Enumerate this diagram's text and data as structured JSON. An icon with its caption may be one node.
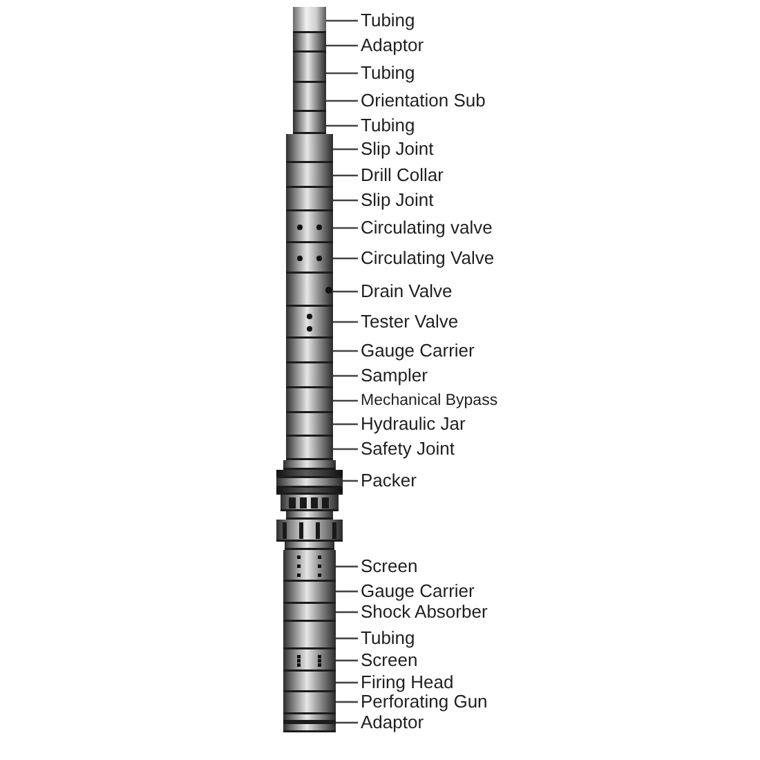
{
  "diagram": {
    "nodes": [
      {
        "text": [
          "Tubing"
        ]
      },
      {
        "text": [
          "Adaptor"
        ]
      },
      {
        "text": [
          "Tubing"
        ]
      },
      {
        "text": [
          "Orientation Sub"
        ]
      },
      {
        "text": [
          "Tubing"
        ]
      },
      {
        "text": [
          "Slip Joint"
        ]
      },
      {
        "text": [
          "Drill Collar"
        ]
      },
      {
        "text": [
          "Slip Joint"
        ]
      },
      {
        "text": [
          "Circulating valve"
        ]
      },
      {
        "text": [
          "Circulating Valve"
        ]
      },
      {
        "text": [
          "Drain Valve"
        ]
      },
      {
        "text": [
          "Tester Valve"
        ]
      },
      {
        "text": [
          "Gauge Carrier"
        ]
      },
      {
        "text": [
          "Sampler"
        ]
      },
      {
        "text": [
          "Mechanical Bypass"
        ]
      },
      {
        "text": [
          "Hydraulic Jar"
        ]
      },
      {
        "text": [
          "Safety Joint"
        ]
      },
      {
        "text": [
          "Packer"
        ]
      },
      {
        "text": [
          "Screen"
        ]
      },
      {
        "text": [
          "Gauge Carrier"
        ]
      },
      {
        "text": [
          "Shock Absorber"
        ]
      },
      {
        "text": [
          "Tubing"
        ]
      },
      {
        "text": [
          "Screen"
        ]
      },
      {
        "text": [
          "Firing Head"
        ]
      },
      {
        "text": [
          "Perforating Gun"
        ]
      },
      {
        "text": [
          "Adaptor"
        ]
      },
      {
        "text": [],
        "shape": "picture"
      },
      {
        "text": [],
        "shape": "picture"
      },
      {
        "text": [],
        "shape": "picture"
      },
      {
        "text": [],
        "shape": "picture"
      },
      {
        "text": [],
        "shape": "picture"
      },
      {
        "text": [],
        "shape": "picture"
      },
      {
        "text": [],
        "shape": "picture"
      },
      {
        "text": [],
        "shape": "picture"
      },
      {
        "text": [],
        "shape": "picture"
      },
      {
        "text": [],
        "shape": "picture"
      },
      {
        "text": [],
        "shape": "picture"
      },
      {
        "text": [],
        "shape": "picture"
      },
      {
        "text": [],
        "shape": "picture"
      },
      {
        "text": [],
        "shape": "picture"
      },
      {
        "text": [],
        "shape": "picture"
      },
      {
        "text": [],
        "shape": "picture"
      },
      {
        "text": [],
        "shape": "picture"
      },
      {
        "text": [],
        "shape": "picture"
      },
      {
        "text": [],
        "shape": "picture"
      },
      {
        "text": [],
        "shape": "picture"
      },
      {
        "text": [],
        "shape": "picture"
      },
      {
        "text": [],
        "shape": "picture"
      },
      {
        "text": [],
        "shape": "picture"
      },
      {
        "text": [],
        "shape": "picture"
      },
      {
        "text": [],
        "shape": "picture"
      },
      {
        "text": [],
        "shape": "picture"
      }
    ],
    "edges": [
      {
        "from": 0,
        "to": 26,
        "arrow": "none"
      },
      {
        "from": 1,
        "to": 27,
        "arrow": "none"
      },
      {
        "from": 2,
        "to": 28,
        "arrow": "none"
      },
      {
        "from": 3,
        "to": 29,
        "arrow": "none"
      },
      {
        "from": 4,
        "to": 30,
        "arrow": "none"
      },
      {
        "from": 5,
        "to": 31,
        "arrow": "none"
      },
      {
        "from": 6,
        "to": 32,
        "arrow": "none"
      },
      {
        "from": 7,
        "to": 33,
        "arrow": "none"
      },
      {
        "from": 8,
        "to": 34,
        "arrow": "none"
      },
      {
        "from": 9,
        "to": 35,
        "arrow": "none"
      },
      {
        "from": 10,
        "to": 36,
        "arrow": "none"
      },
      {
        "from": 11,
        "to": 37,
        "arrow": "none"
      },
      {
        "from": 12,
        "to": 38,
        "arrow": "none"
      },
      {
        "from": 13,
        "to": 39,
        "arrow": "none"
      },
      {
        "from": 14,
        "to": 40,
        "arrow": "none"
      },
      {
        "from": 15,
        "to": 41,
        "arrow": "none"
      },
      {
        "from": 16,
        "to": 42,
        "arrow": "none"
      },
      {
        "from": 17,
        "to": 43,
        "arrow": "none"
      },
      {
        "from": 18,
        "to": 44,
        "arrow": "none"
      },
      {
        "from": 19,
        "to": 45,
        "arrow": "none"
      },
      {
        "from": 20,
        "to": 46,
        "arrow": "none"
      },
      {
        "from": 21,
        "to": 47,
        "arrow": "none"
      },
      {
        "from": 22,
        "to": 48,
        "arrow": "none"
      },
      {
        "from": 23,
        "to": 49,
        "arrow": "none"
      },
      {
        "from": 24,
        "to": 50,
        "arrow": "none"
      },
      {
        "from": 25,
        "to": 51,
        "arrow": "none"
      }
    ]
  }
}
